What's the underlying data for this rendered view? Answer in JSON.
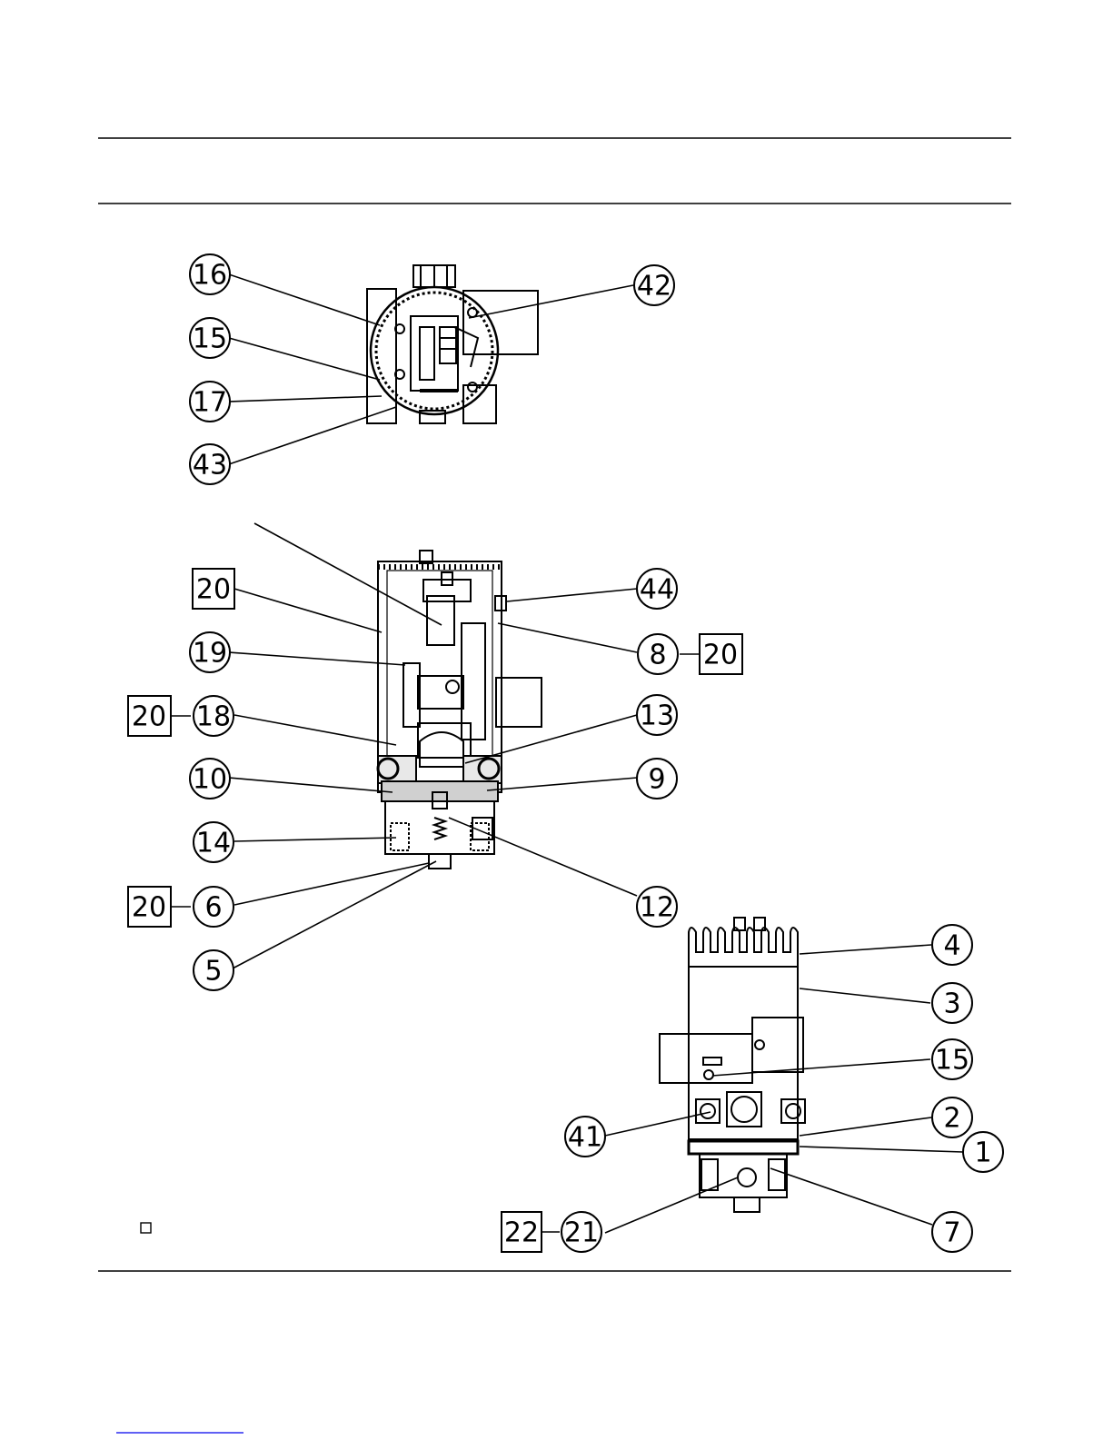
{
  "callouts": {
    "c16": "16",
    "c15a": "15",
    "c17": "17",
    "c43": "43",
    "c42": "42",
    "c20a": "20",
    "c19": "19",
    "c20b": "20",
    "c18": "18",
    "c10": "10",
    "c14": "14",
    "c20c": "20",
    "c6": "6",
    "c5": "5",
    "c44": "44",
    "c8": "8",
    "c20d": "20",
    "c13": "13",
    "c9": "9",
    "c12": "12",
    "c4": "4",
    "c3": "3",
    "c15b": "15",
    "c2": "2",
    "c1": "1",
    "c7": "7",
    "c41": "41",
    "c22": "22",
    "c21": "21"
  },
  "colors": {
    "ink": "#000000",
    "paper": "#ffffff",
    "link": "#0000ee"
  }
}
